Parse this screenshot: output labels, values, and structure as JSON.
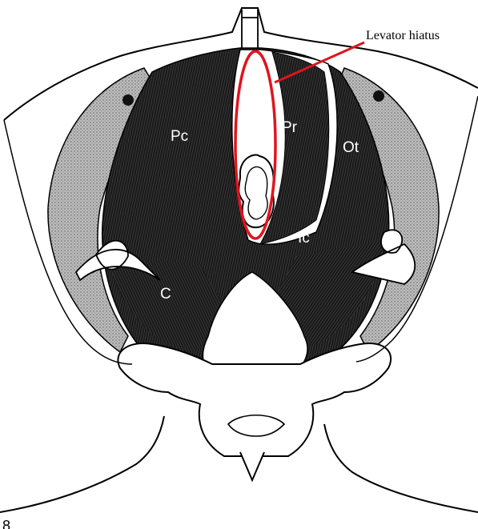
{
  "callout": {
    "text": "Levator hiatus",
    "color": "#e0141e"
  },
  "labels": {
    "pc": "Pc",
    "pr": "Pr",
    "ot": "Ot",
    "ic": "Ic",
    "c": "C"
  },
  "page_number": "8",
  "colors": {
    "muscle": "#1e1e1e",
    "obturator": "#a9a9a9",
    "bone": "#ffffff",
    "outline": "#000000"
  }
}
